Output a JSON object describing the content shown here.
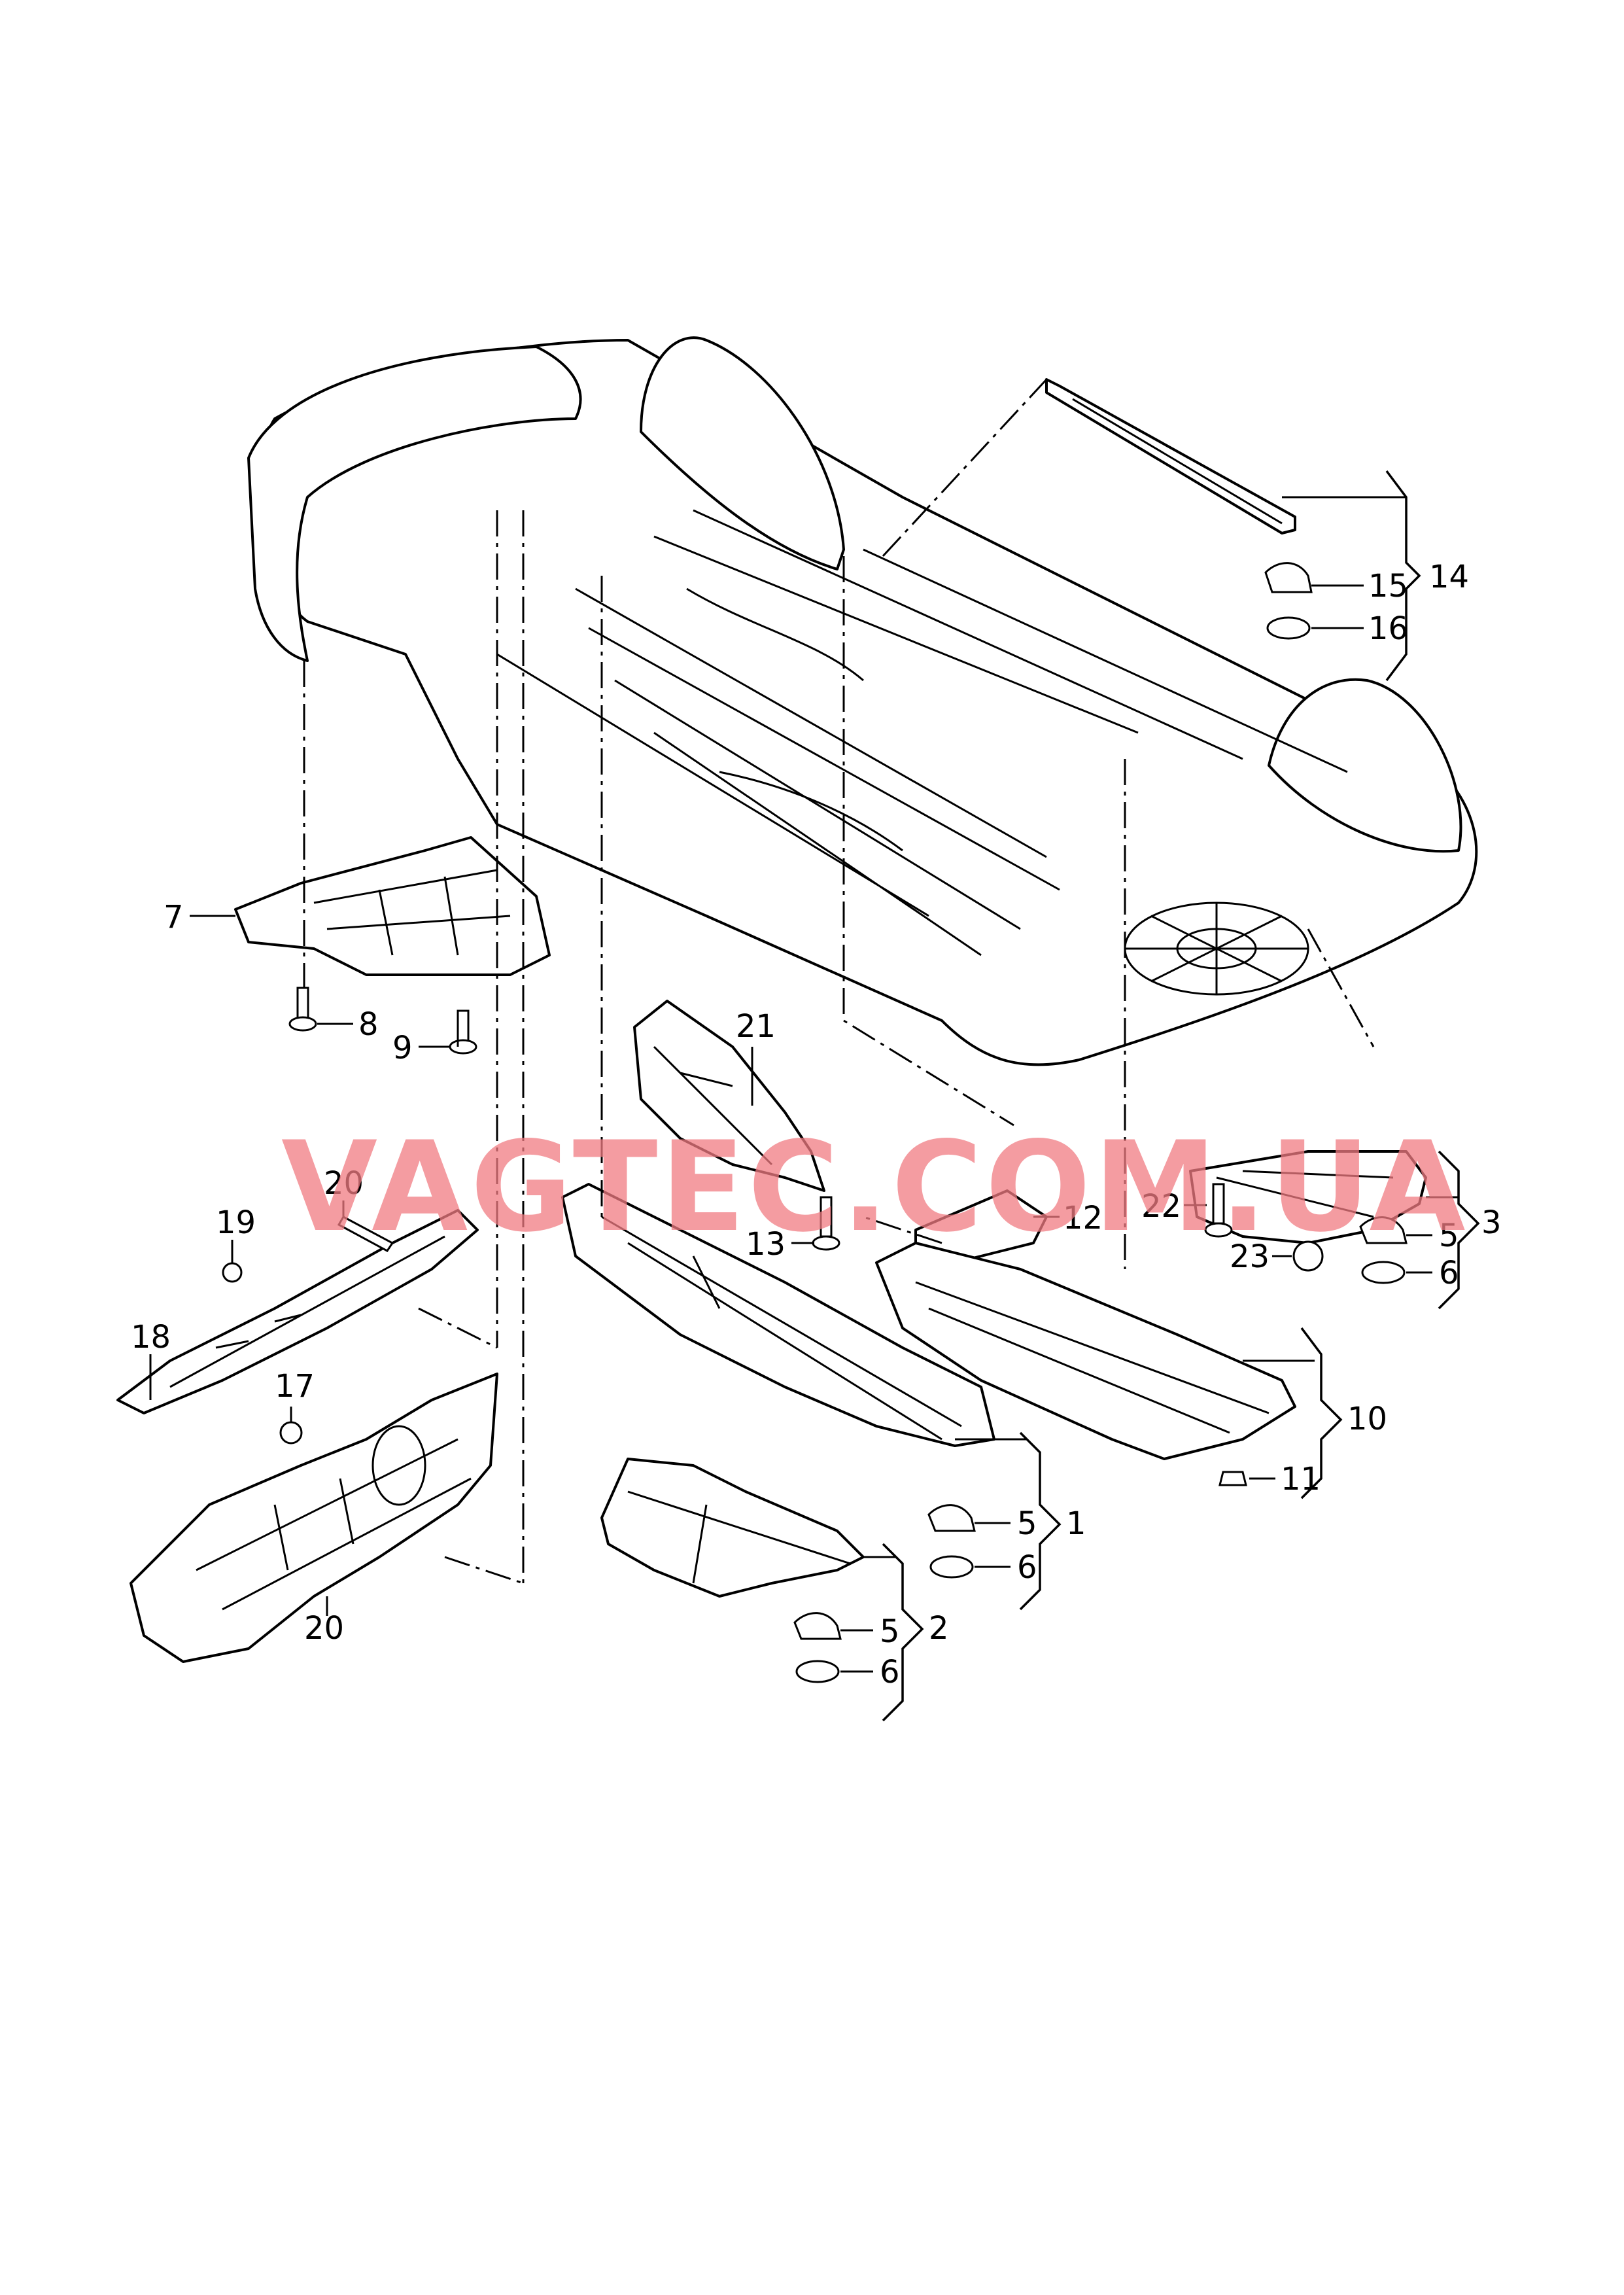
{
  "watermark": "VAGTEC.COM.UA",
  "callouts": {
    "c1": "1",
    "c2": "2",
    "c3": "3",
    "c5a": "5",
    "c5b": "5",
    "c5c": "5",
    "c6a": "6",
    "c6b": "6",
    "c6c": "6",
    "c7": "7",
    "c8": "8",
    "c9": "9",
    "c10": "10",
    "c11": "11",
    "c12": "12",
    "c13": "13",
    "c14": "14",
    "c15": "15",
    "c16": "16",
    "c17": "17",
    "c18": "18",
    "c19": "19",
    "c20a": "20",
    "c20b": "20",
    "c21": "21",
    "c22": "22",
    "c23": "23"
  },
  "colors": {
    "line": "#000000",
    "watermark": "#f07b82",
    "background": "#ffffff"
  }
}
